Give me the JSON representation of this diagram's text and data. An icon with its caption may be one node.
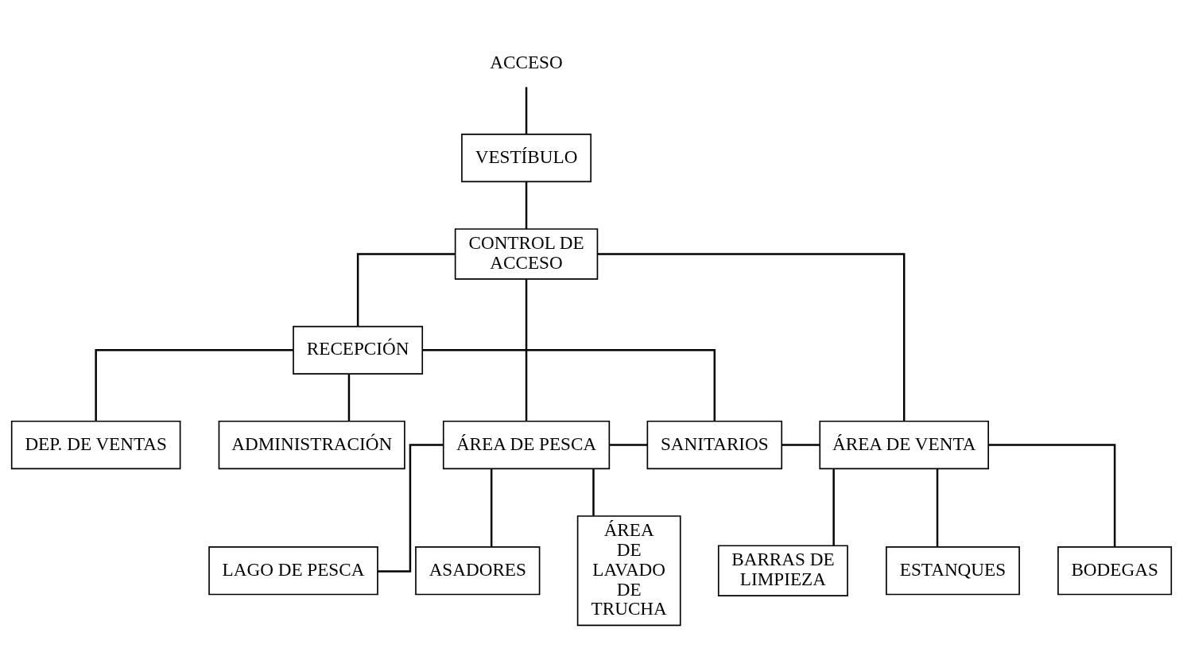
{
  "diagram": {
    "nodes": [
      {
        "text": [
          "ACCESO"
        ]
      },
      {
        "text": [
          "VESTÍBULO"
        ]
      },
      {
        "text": [
          "CONTROL DE ACCESO"
        ]
      },
      {
        "text": [
          "RECEPCIÓN"
        ]
      },
      {
        "text": [
          "ADMINISTRACIÓN"
        ]
      },
      {
        "text": [
          "DEP. DE VENTAS"
        ]
      },
      {
        "text": [
          "ÁREA DE PESCA"
        ]
      },
      {
        "text": [
          "SANITARIOS"
        ]
      },
      {
        "text": [
          "ÁREA DE VENTA"
        ]
      },
      {
        "text": [
          "LAGO DE PESCA"
        ]
      },
      {
        "text": [
          "ASADORES"
        ]
      },
      {
        "text": [
          "ÁREA DE LAVADO DE TRUCHA"
        ]
      },
      {
        "text": [
          "BARRAS DE LIMPIEZA"
        ]
      },
      {
        "text": [
          "ESTANQUES"
        ]
      },
      {
        "text": [
          "BODEGAS"
        ]
      }
    ],
    "edges": [
      {
        "from": 0,
        "to": 1,
        "arrow": "none"
      },
      {
        "from": 1,
        "to": 2,
        "arrow": "none"
      },
      {
        "from": 2,
        "to": 6,
        "arrow": "none"
      },
      {
        "from": 2,
        "to": 8,
        "arrow": "none"
      },
      {
        "from": 2,
        "to": 3,
        "arrow": "none"
      },
      {
        "from": 3,
        "to": 4,
        "arrow": "none"
      },
      {
        "from": 3,
        "to": 5,
        "arrow": "none"
      },
      {
        "from": 3,
        "to": 7,
        "arrow": "none"
      },
      {
        "from": 6,
        "to": 7,
        "arrow": "none"
      },
      {
        "from": 7,
        "to": 8,
        "arrow": "none"
      },
      {
        "from": 6,
        "to": 9,
        "arrow": "none"
      },
      {
        "from": 6,
        "to": 10,
        "arrow": "none"
      },
      {
        "from": 6,
        "to": 11,
        "arrow": "none"
      },
      {
        "from": 8,
        "to": 12,
        "arrow": "none"
      },
      {
        "from": 8,
        "to": 13,
        "arrow": "none"
      },
      {
        "from": 8,
        "to": 14,
        "arrow": "none"
      }
    ]
  }
}
